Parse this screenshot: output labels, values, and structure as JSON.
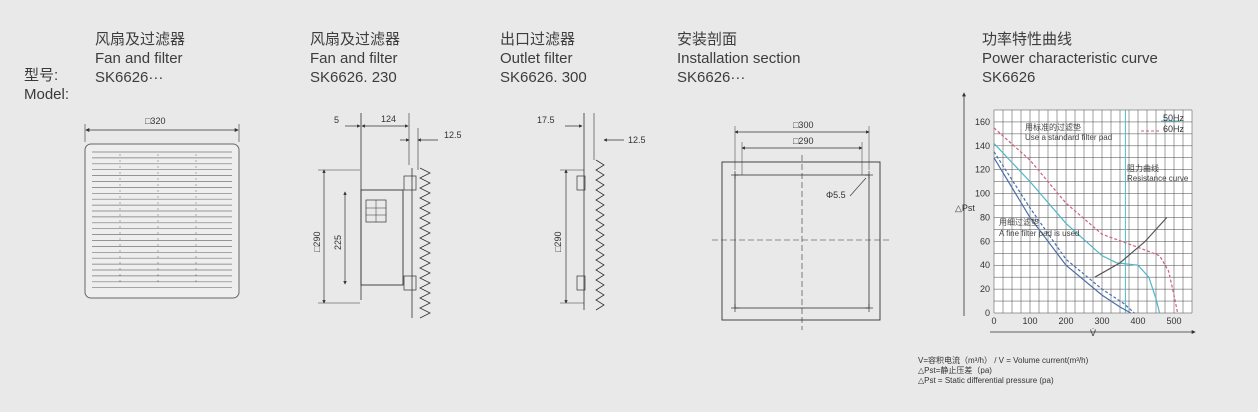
{
  "model_label": {
    "zh": "型号:",
    "en": "Model:"
  },
  "columns": [
    {
      "zh": "风扇及过滤器",
      "en": "Fan and filter",
      "model": "SK6626···"
    },
    {
      "zh": "风扇及过滤器",
      "en": "Fan and filter",
      "model": "SK6626. 230"
    },
    {
      "zh": "出口过滤器",
      "en": "Outlet filter",
      "model": "SK6626. 300"
    },
    {
      "zh": "安装剖面",
      "en": "Installation section",
      "model": "SK6626···"
    },
    {
      "zh": "功率特性曲线",
      "en": "Power characteristic curve",
      "model": "SK6626"
    }
  ],
  "dims": {
    "d320": "□320",
    "d5": "5",
    "d124": "124",
    "d12_5": "12.5",
    "d290": "□290",
    "d225": "225",
    "d17_5": "17.5",
    "d12_5b": "12.5",
    "d290b": "□290",
    "d300": "□300",
    "d290c": "□290",
    "phi55": "Φ5.5"
  },
  "chart_data": {
    "type": "line",
    "xlabel": "V̇",
    "ylabel": "△Pst",
    "xlim": [
      0,
      550
    ],
    "ylim": [
      0,
      170
    ],
    "xticks": [
      0,
      100,
      200,
      300,
      400,
      500
    ],
    "yticks": [
      0,
      20,
      40,
      60,
      80,
      100,
      120,
      140,
      160
    ],
    "grid": true,
    "legend_position": "top-right",
    "series": [
      {
        "name": "50Hz",
        "style": "solid",
        "color": "#4fb6c9",
        "x": [
          0,
          100,
          200,
          300,
          340,
          400,
          430,
          450,
          460
        ],
        "y": [
          142,
          110,
          75,
          48,
          42,
          40,
          30,
          12,
          0
        ]
      },
      {
        "name": "60Hz",
        "style": "dashed",
        "color": "#d0607a",
        "x": [
          0,
          100,
          200,
          300,
          400,
          460,
          485,
          500,
          510
        ],
        "y": [
          155,
          128,
          92,
          66,
          55,
          48,
          35,
          15,
          0
        ]
      },
      {
        "style": "solid",
        "color": "#4a6fa8",
        "x": [
          0,
          100,
          200,
          300,
          350,
          380
        ],
        "y": [
          130,
          80,
          40,
          15,
          5,
          0
        ]
      },
      {
        "style": "dashed",
        "color": "#4a6fa8",
        "x": [
          0,
          100,
          200,
          300,
          360,
          390
        ],
        "y": [
          135,
          88,
          45,
          20,
          8,
          0
        ]
      },
      {
        "style": "solid",
        "color": "#555555",
        "x": [
          280,
          350,
          420,
          480
        ],
        "y": [
          30,
          42,
          60,
          80
        ]
      }
    ],
    "annotations": [
      {
        "zh": "用标准的过滤垫",
        "en": "Use a standard filter pad"
      },
      {
        "zh": "阻力曲线",
        "en": "Resistance curve"
      },
      {
        "zh": "用细过滤垫",
        "en": "A fine filter pad is used"
      }
    ],
    "vline_x": 365
  },
  "legend_notes": [
    "V=容积电流（m³/h） / V = Volume current(m³/h)",
    "△Pst=静止压差（pa)",
    "△Pst = Static differential pressure (pa)"
  ]
}
